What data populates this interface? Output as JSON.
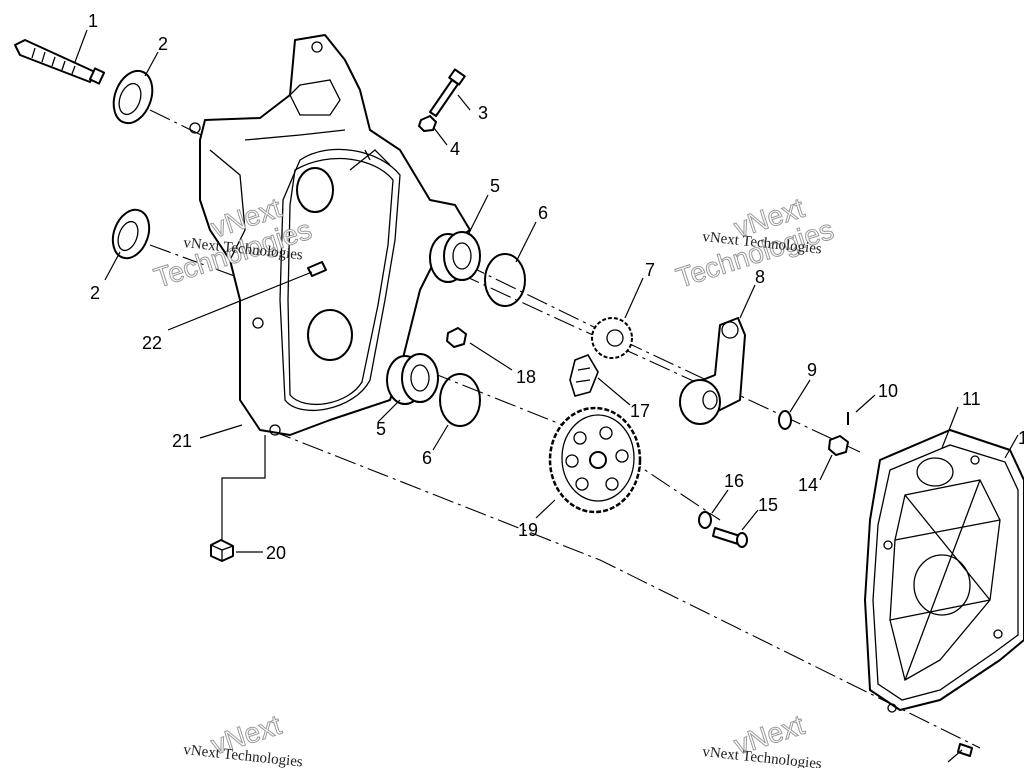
{
  "watermark": {
    "line1": "vNext",
    "line2": "Technologies",
    "full": "vNext Technologies"
  },
  "callouts": [
    "1",
    "2",
    "2",
    "3",
    "4",
    "5",
    "5",
    "6",
    "6",
    "7",
    "8",
    "9",
    "10",
    "11",
    "1",
    "14",
    "15",
    "16",
    "17",
    "18",
    "19",
    "20",
    "21",
    "22"
  ]
}
